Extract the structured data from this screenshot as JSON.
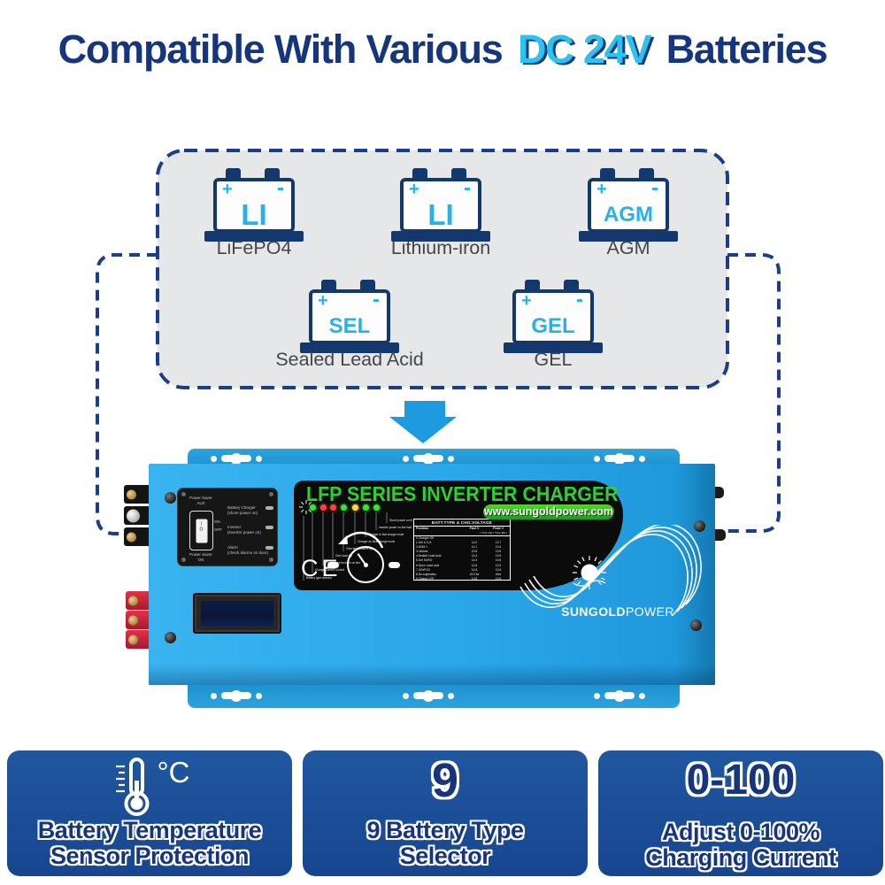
{
  "title": {
    "part1": "Compatible With Various",
    "highlight": "DC 24V",
    "part2": "Batteries"
  },
  "battery_group": {
    "plus": "+",
    "minus": "-",
    "items": [
      {
        "icon_text": "LI",
        "label": "LiFePO4"
      },
      {
        "icon_text": "LI",
        "label": "Lithium-iron"
      },
      {
        "icon_text": "AGM",
        "label": "AGM"
      },
      {
        "icon_text": "SEL",
        "label": "Sealed Lead Acid"
      },
      {
        "icon_text": "GEL",
        "label": "GEL"
      }
    ]
  },
  "inverter": {
    "panel_title": "LFP SERIES INVERTER CHARGER",
    "website": "www.sungoldpower.com",
    "brand": {
      "bold": "SUNGOLD",
      "light": "POWER"
    },
    "ce_mark": "CE",
    "control_panel": {
      "top_label_1": "Power Saver",
      "top_label_2": "AUX",
      "rocker_i": "I",
      "rocker_o": "O",
      "switch_on": "ON",
      "switch_off": "OFF",
      "bottom_label_1": "Power Saver",
      "bottom_label_2": "ON",
      "items": [
        {
          "label": "Battery Charger",
          "sub": "(shore power on)"
        },
        {
          "label": "Inverter",
          "sub": "(inverter power on)"
        },
        {
          "label": "Alarm",
          "sub": "(check alarms on door)"
        }
      ]
    },
    "led_labels": [
      "Battery type selector",
      "Charge Current Control",
      "Power save function on line",
      "Over load trip",
      "Over temperature trip",
      "Charger on float charge mode",
      "Charger in fast charge mode",
      "Inverter power on line battery, charger off",
      "Shore power on line battery charger active"
    ],
    "table": {
      "title": "BATT.TYPE & CHG.VOLTAGE",
      "col1": "Position",
      "col2": "Fast V",
      "col3": "Float V",
      "note": "( *2 for 24v / *4 for 48v )",
      "rows": [
        {
          "pos": "0.Charger Off",
          "fast": "",
          "float": ""
        },
        {
          "pos": "1.Gel U.S.A",
          "fast": "14.0",
          "float": "13.7"
        },
        {
          "pos": "2.AGM 1",
          "fast": "14.1",
          "float": "13.4"
        },
        {
          "pos": "3.Lithium",
          "fast": "13.6",
          "float": "13.6"
        },
        {
          "pos": "4.Sealed Lead Acid",
          "fast": "14.4",
          "float": "13.6"
        },
        {
          "pos": "5.Gel EURO",
          "fast": "14.4",
          "float": "13.8"
        },
        {
          "pos": "6.Open Lead Acid",
          "fast": "14.8",
          "float": "13.3"
        },
        {
          "pos": "7.LiFePO4",
          "fast": "14.6",
          "float": "13.6"
        },
        {
          "pos": "8.De-sulphation",
          "fast": "15.5 for",
          "float": "4hrs"
        },
        {
          "pos": "9.Classic LFP",
          "fast": "13.8",
          "float": "13.5"
        }
      ]
    }
  },
  "features": [
    {
      "unit": "°C",
      "line1": "Battery Temperature",
      "line2": "Sensor Protection"
    },
    {
      "stat": "9",
      "line1": "9 Battery Type",
      "line2": "Selector"
    },
    {
      "stat": "0-100",
      "line1": "Adjust 0-100%",
      "line2": "Charging Current"
    }
  ],
  "colors": {
    "title_navy": "#15357e",
    "highlight_cyan": "#29c4f2",
    "dashed_navy": "#1b3d8e",
    "arrow_blue": "#1e9ae0",
    "inverter_blue": "#29a6e8",
    "panel_green_text": "#2fd12f",
    "web_strip_green": "#2eb52e",
    "feature_box_blue": "#1b4e9c",
    "battery_cyan": "#23b2ee",
    "battery_navy": "#12386e"
  }
}
